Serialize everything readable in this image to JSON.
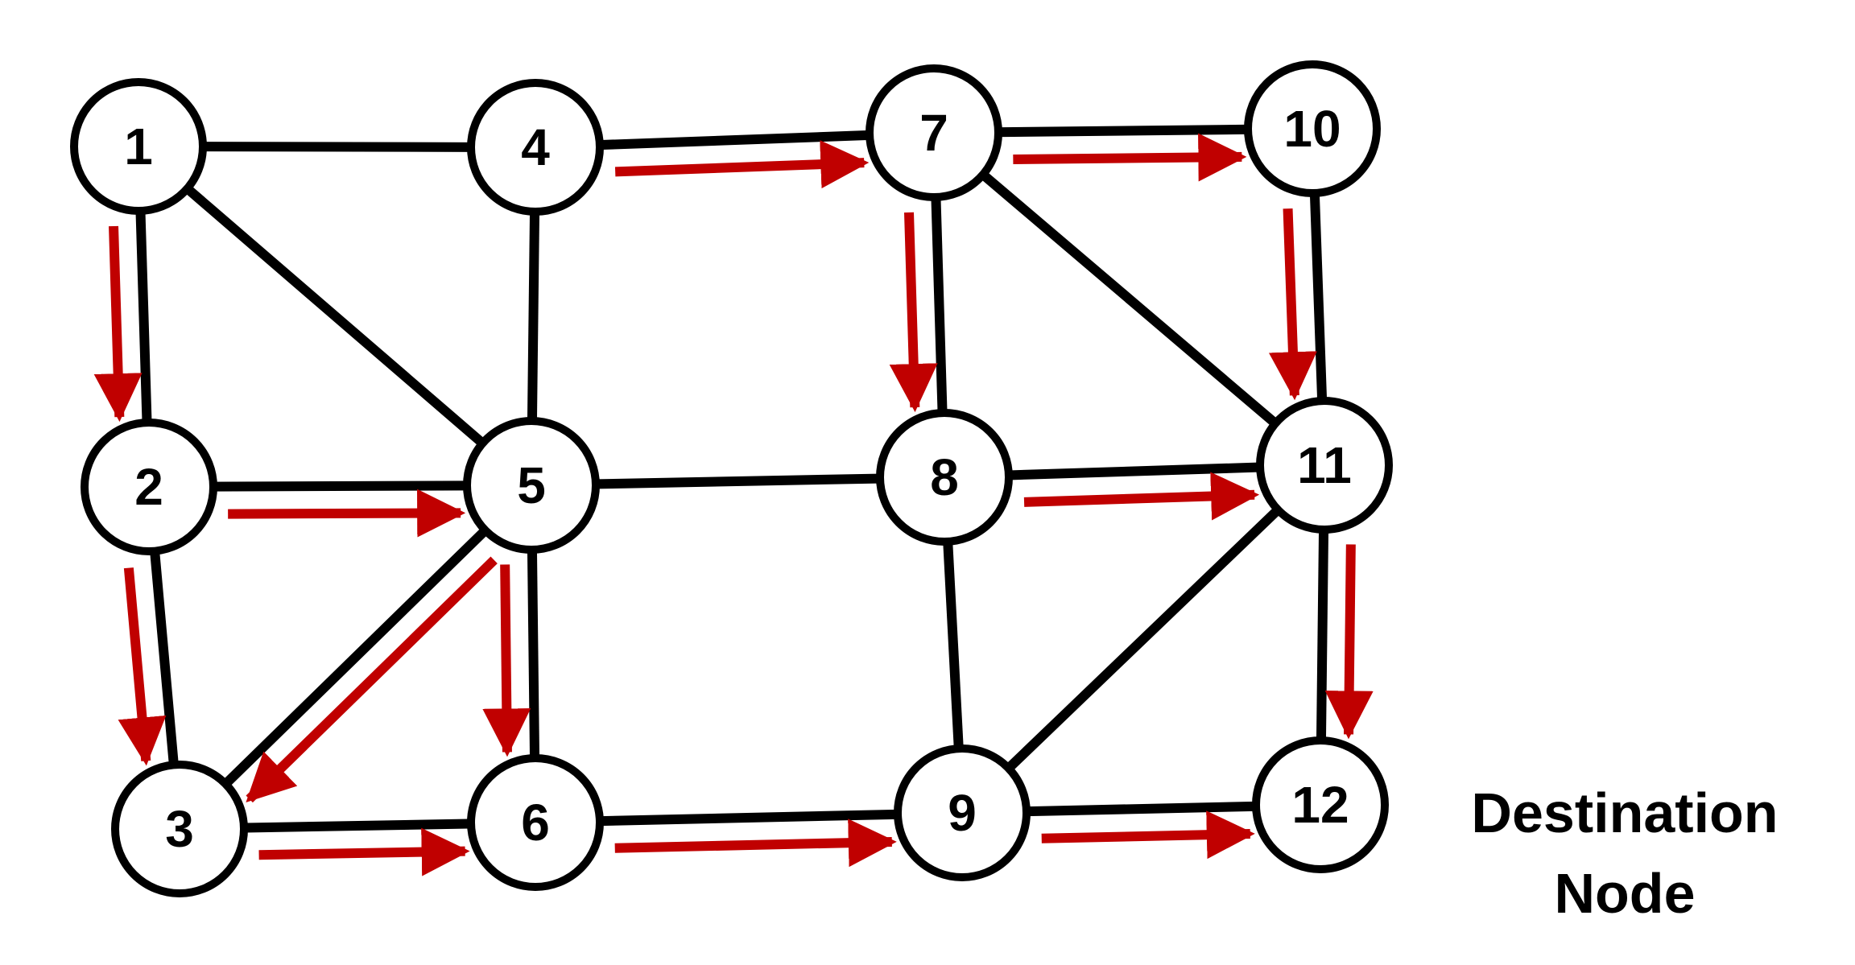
{
  "colors": {
    "edge": "#000000",
    "arrow": "#c00000",
    "node_fill": "#ffffff",
    "node_stroke": "#000000",
    "text": "#000000"
  },
  "nodes": [
    {
      "id": "1",
      "label": "1"
    },
    {
      "id": "2",
      "label": "2"
    },
    {
      "id": "3",
      "label": "3"
    },
    {
      "id": "4",
      "label": "4"
    },
    {
      "id": "5",
      "label": "5"
    },
    {
      "id": "6",
      "label": "6"
    },
    {
      "id": "7",
      "label": "7"
    },
    {
      "id": "8",
      "label": "8"
    },
    {
      "id": "9",
      "label": "9"
    },
    {
      "id": "10",
      "label": "10"
    },
    {
      "id": "11",
      "label": "11"
    },
    {
      "id": "12",
      "label": "12"
    }
  ],
  "edges": [
    [
      "1",
      "4"
    ],
    [
      "1",
      "2"
    ],
    [
      "1",
      "5"
    ],
    [
      "4",
      "5"
    ],
    [
      "4",
      "7"
    ],
    [
      "2",
      "5"
    ],
    [
      "2",
      "3"
    ],
    [
      "3",
      "5"
    ],
    [
      "5",
      "6"
    ],
    [
      "5",
      "8"
    ],
    [
      "3",
      "6"
    ],
    [
      "6",
      "9"
    ],
    [
      "7",
      "10"
    ],
    [
      "7",
      "8"
    ],
    [
      "7",
      "11"
    ],
    [
      "10",
      "11"
    ],
    [
      "8",
      "11"
    ],
    [
      "8",
      "9"
    ],
    [
      "9",
      "11"
    ],
    [
      "9",
      "12"
    ],
    [
      "11",
      "12"
    ]
  ],
  "flows": [
    [
      "1",
      "2"
    ],
    [
      "2",
      "5"
    ],
    [
      "2",
      "3"
    ],
    [
      "5",
      "3"
    ],
    [
      "5",
      "6"
    ],
    [
      "3",
      "6"
    ],
    [
      "4",
      "7"
    ],
    [
      "7",
      "10"
    ],
    [
      "7",
      "8"
    ],
    [
      "10",
      "11"
    ],
    [
      "8",
      "11"
    ],
    [
      "6",
      "9"
    ],
    [
      "9",
      "12"
    ],
    [
      "11",
      "12"
    ]
  ],
  "destination": {
    "node": "12",
    "line1": "Destination",
    "line2": "Node"
  }
}
